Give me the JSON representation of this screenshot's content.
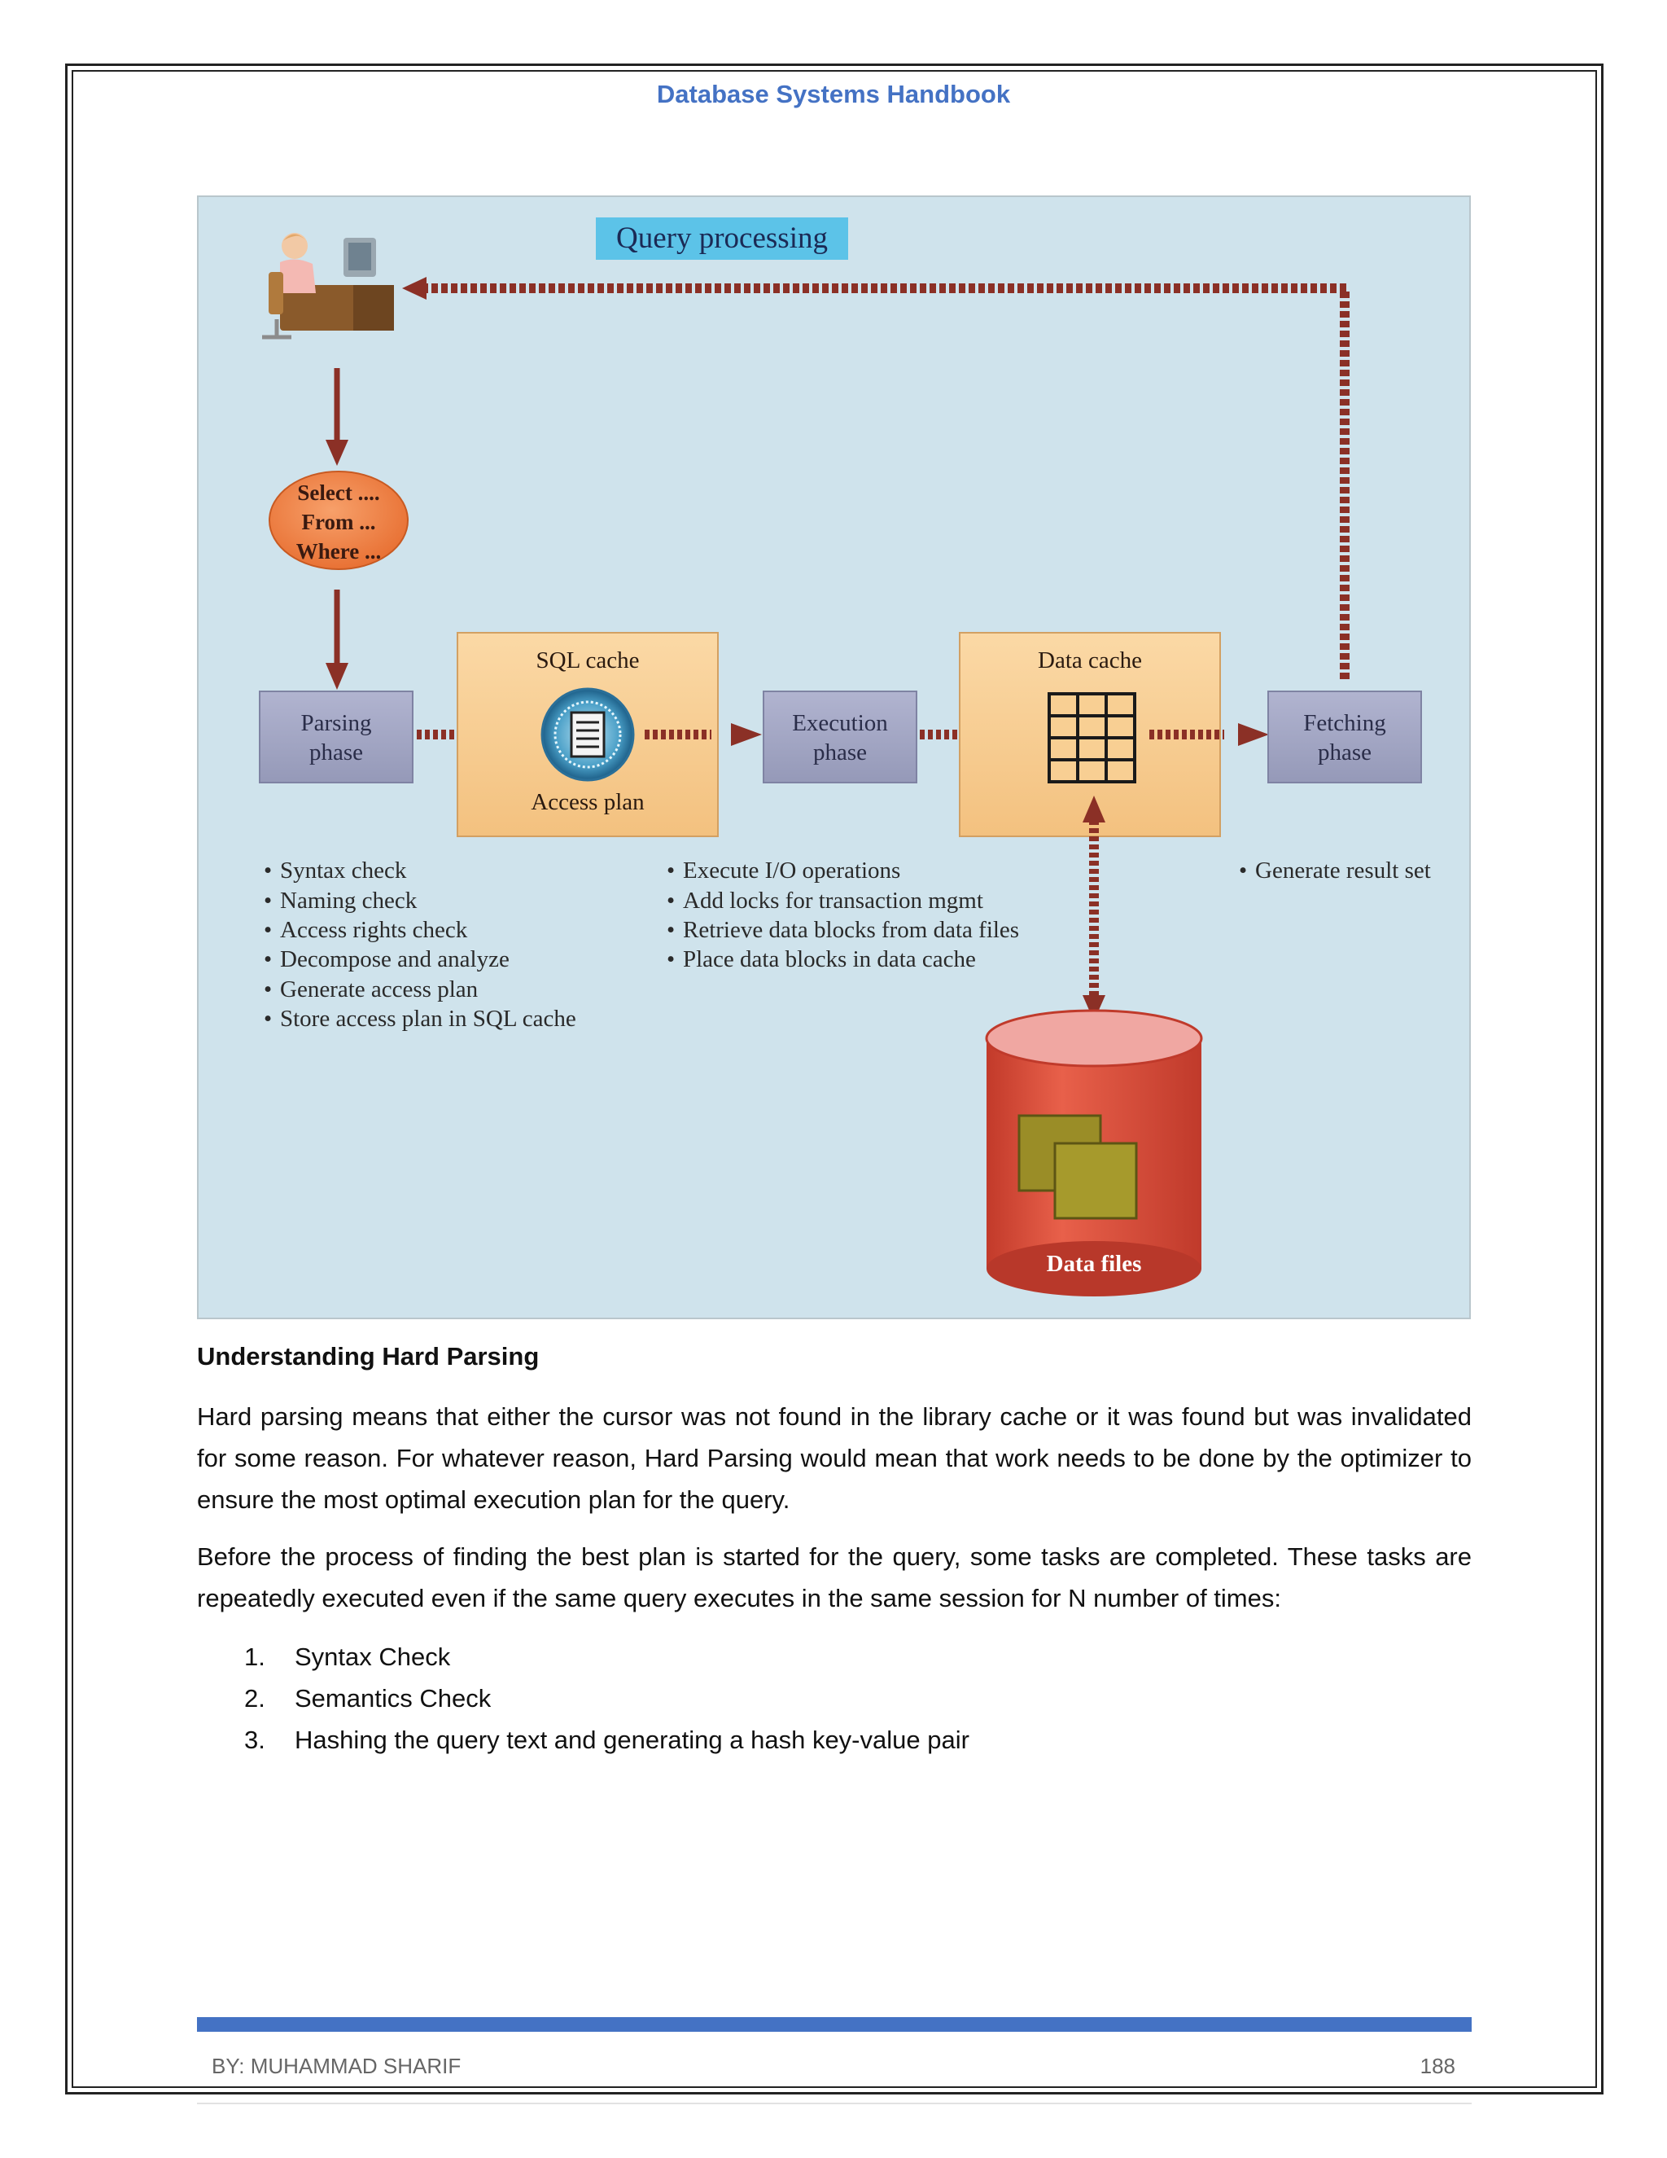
{
  "header": {
    "title": "Database Systems Handbook"
  },
  "figure": {
    "title": "Query processing",
    "sql_box": "Select ....\nFrom ...\nWhere ...",
    "sql_lines": [
      "Select ....",
      "From ...",
      "Where ..."
    ],
    "parsing_phase": [
      "Parsing",
      "phase"
    ],
    "sql_cache_label": "SQL cache",
    "access_plan_label": "Access plan",
    "execution_phase": [
      "Execution",
      "phase"
    ],
    "data_cache_label": "Data cache",
    "fetching_phase": [
      "Fetching",
      "phase"
    ],
    "parsing_bullets": [
      "Syntax check",
      "Naming check",
      "Access rights check",
      "Decompose and analyze",
      "Generate access plan",
      "Store access plan in SQL cache"
    ],
    "execution_bullets": [
      "Execute I/O operations",
      "Add locks for transaction mgmt",
      "Retrieve data blocks from data files",
      "Place data blocks in data cache"
    ],
    "fetching_bullets": [
      "Generate result set"
    ],
    "data_files_label": "Data files",
    "colors": {
      "background": "#cfe3ec",
      "phase_box": "#a3a7c4",
      "cache_box": "#f8cf93",
      "arrow": "#8b3026",
      "oval": "#ef7c3e",
      "cylinder": "#e1503c",
      "title_bg": "#5cc3e8"
    }
  },
  "content": {
    "heading": "Understanding Hard Parsing",
    "paragraph1": "Hard parsing means that either the cursor was not found in the library cache or it was found but was invalidated for some reason. For whatever reason, Hard Parsing would mean that work needs to be done by the optimizer to ensure the most optimal execution plan for the query.",
    "paragraph2": "Before the process of finding the best plan is started for the query, some tasks are completed. These tasks are repeatedly executed even if the same query executes in the same session for N number of times:",
    "list": [
      {
        "num": "1.",
        "text": "Syntax Check"
      },
      {
        "num": "2.",
        "text": "Semantics Check"
      },
      {
        "num": "3.",
        "text": "Hashing the query text and generating a hash key-value pair"
      }
    ]
  },
  "footer": {
    "author": "BY: MUHAMMAD SHARIF",
    "page": "188"
  }
}
